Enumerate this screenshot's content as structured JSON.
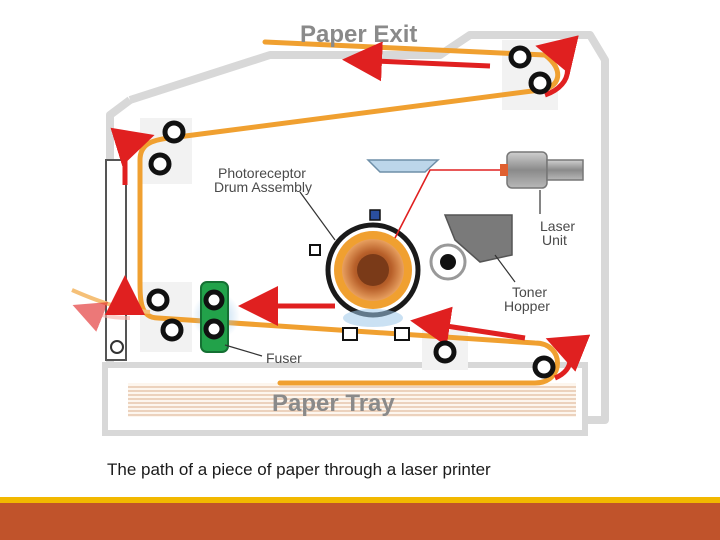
{
  "diagram": {
    "labels": {
      "paper_exit": "Paper Exit",
      "photoreceptor_line1": "Photoreceptor",
      "photoreceptor_line2": "Drum Assembly",
      "laser_line1": "Laser",
      "laser_line2": "Unit",
      "toner_line1": "Toner",
      "toner_line2": "Hopper",
      "fuser": "Fuser",
      "paper_tray": "Paper Tray"
    },
    "colors": {
      "paper_path": "#f0a030",
      "arrow": "#e02020",
      "drum": "#f0a030",
      "fuser": "#22a24a",
      "housing_outline": "#d8d8d8"
    },
    "caption": "The path of a piece of paper through a laser printer"
  },
  "footer": {
    "band_colors": [
      "#f2b800",
      "#c0532b"
    ]
  }
}
